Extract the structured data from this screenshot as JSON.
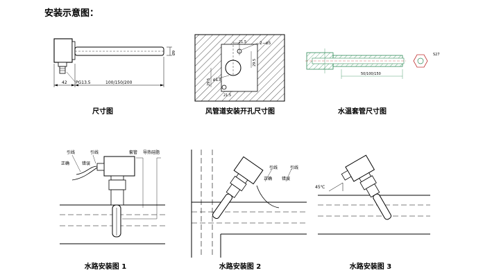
{
  "page_title": "安装示意图：",
  "captions": {
    "dimension": "尺寸图",
    "duct": "风管道安装开孔尺寸图",
    "sleeve": "水温套管尺寸图",
    "water1": "水路安装图 1",
    "water2": "水路安装图 2",
    "water3": "水路安装图 3"
  },
  "dim_labels": {
    "d42": "42",
    "pg": "PG13.5",
    "length": "100/150/200",
    "dia": "Ø9"
  },
  "duct_labels": {
    "top": "21.5",
    "holes": "2−ø5",
    "right": "29.5",
    "left": "29.5",
    "dia": "ø13",
    "bottom": "21.5"
  },
  "sleeve_labels": {
    "hex": "S27",
    "len": "50/100/150"
  },
  "water1_labels": {
    "lead1": "引线",
    "lead2": "引线",
    "sleeve": "套管",
    "grease": "导热硅脂",
    "correct": "正确",
    "wrong": "错误"
  },
  "water2_labels": {
    "lead1": "引线",
    "lead2": "引线",
    "correct": "正确",
    "wrong": "错误"
  },
  "water3_labels": {
    "angle": "45℃"
  }
}
